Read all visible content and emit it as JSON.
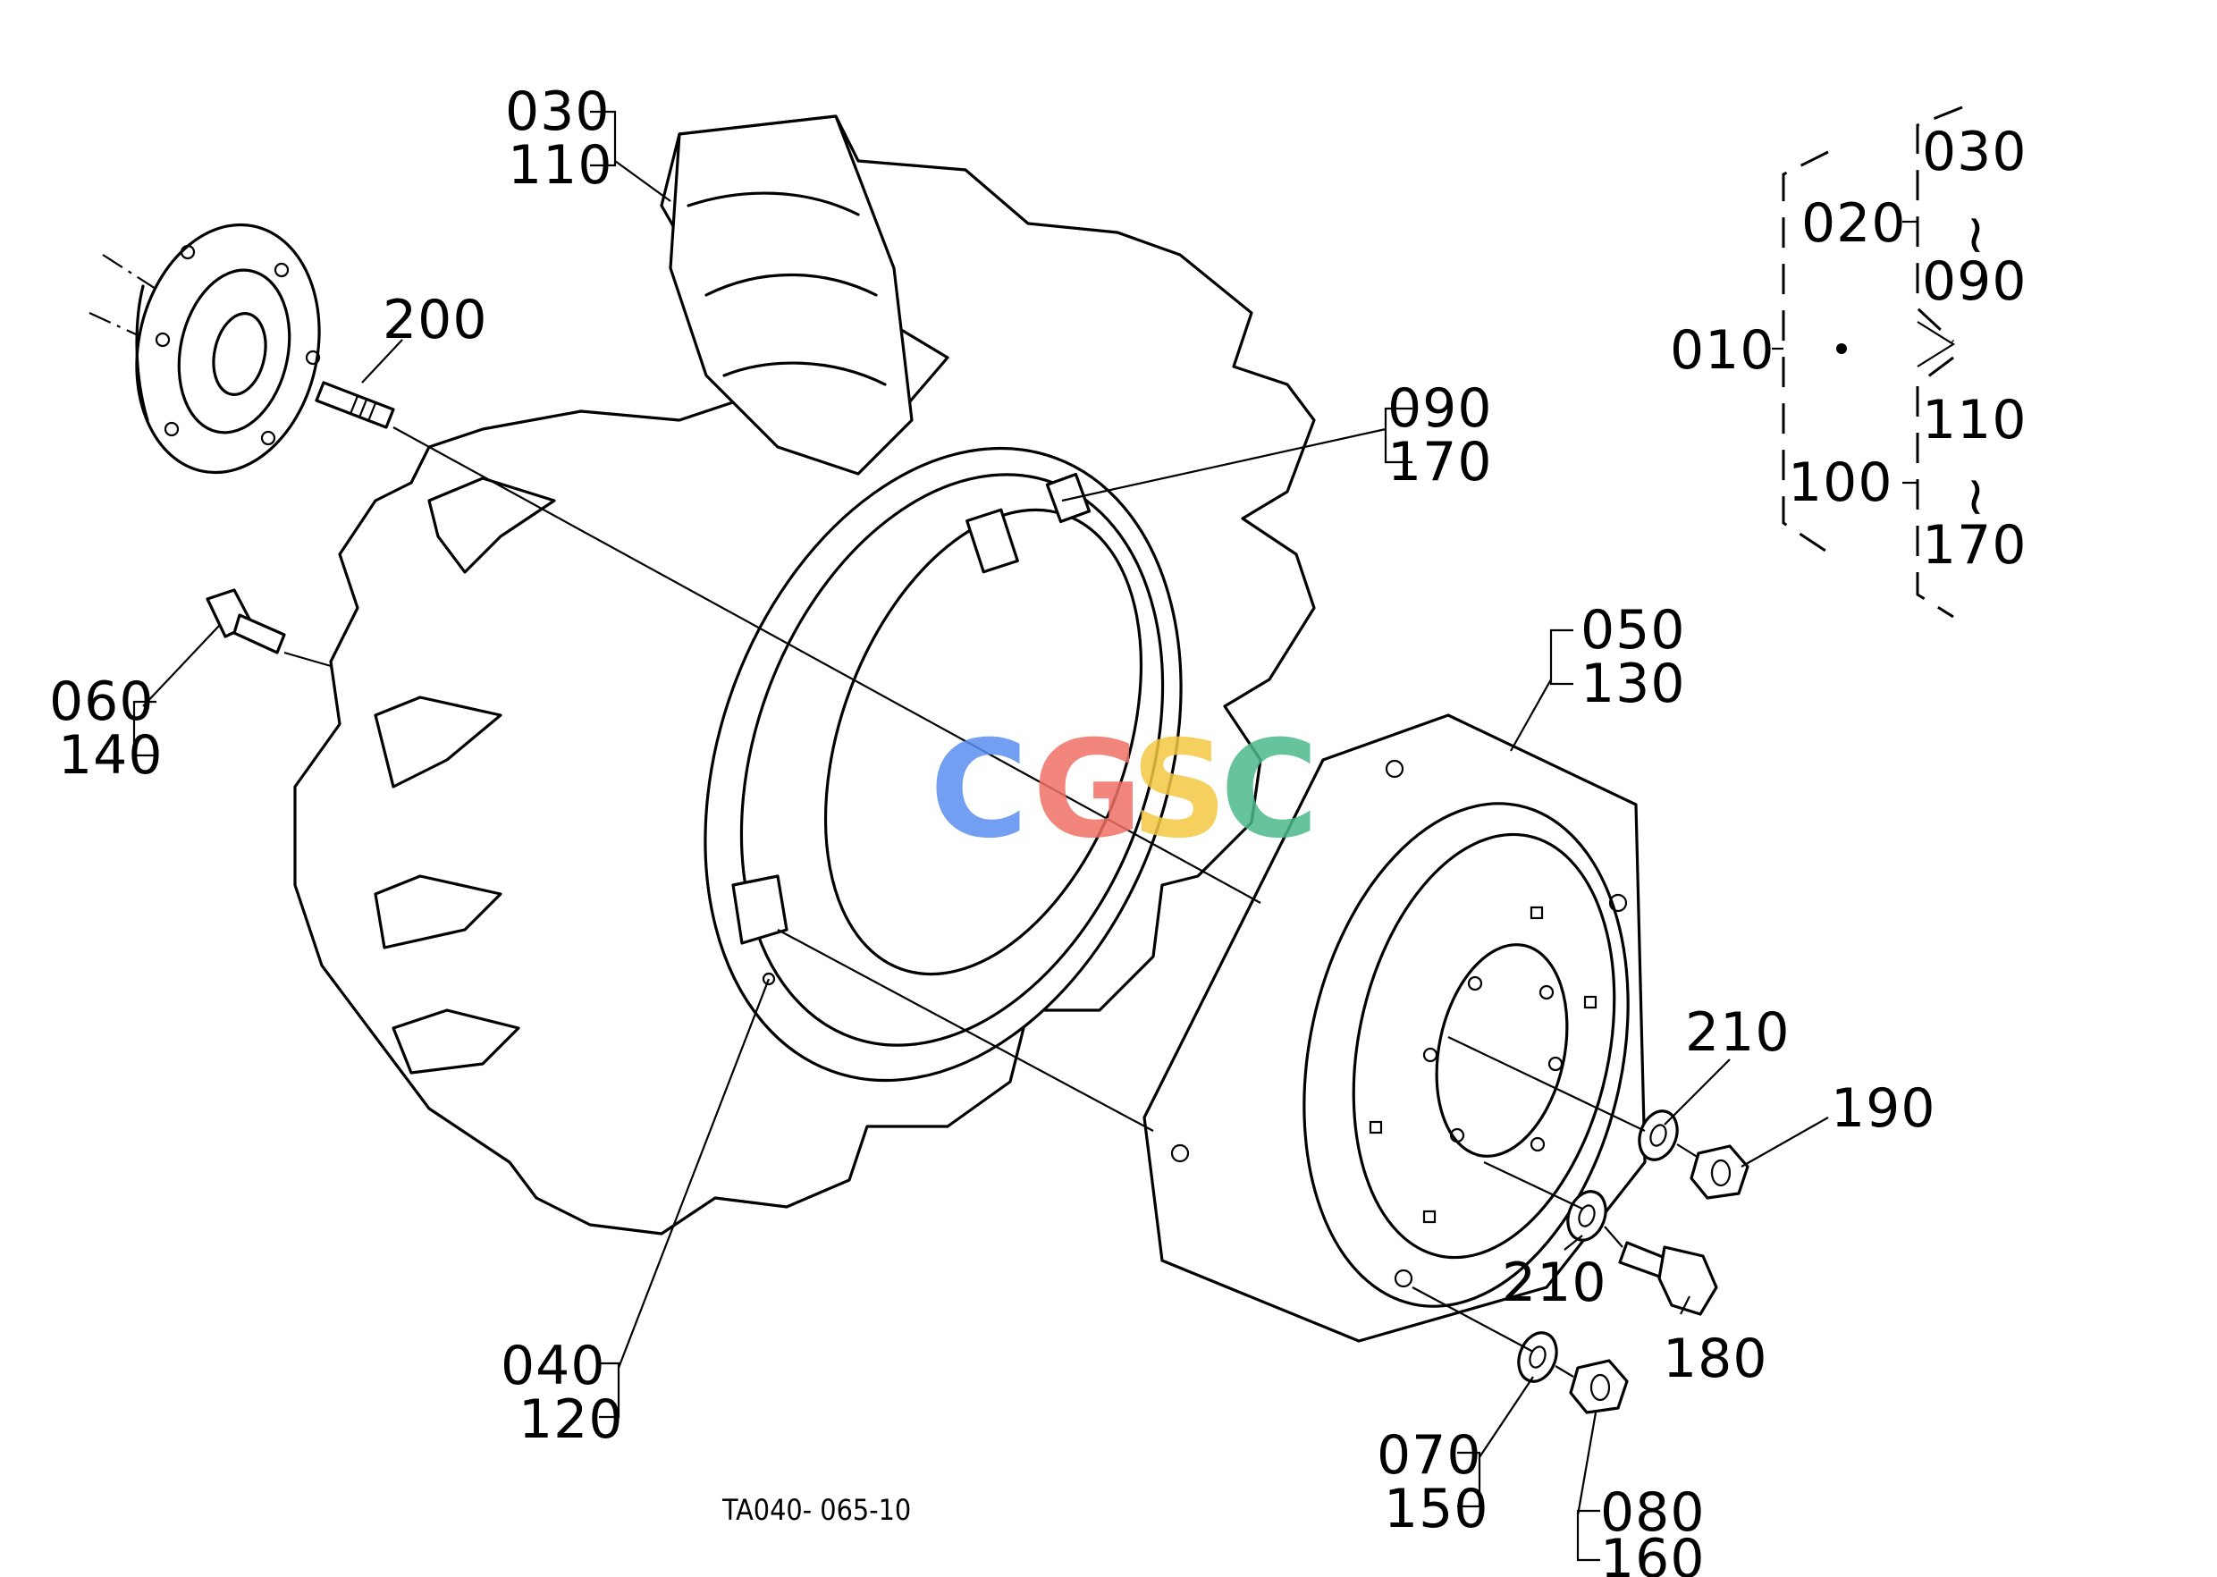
{
  "labels": {
    "p030a": "030",
    "p110a": "110",
    "p200": "200",
    "p090a": "090",
    "p170a": "170",
    "p060": "060",
    "p140": "140",
    "p050": "050",
    "p130": "130",
    "p210a": "210",
    "p190": "190",
    "p210b": "210",
    "p180": "180",
    "p040": "040",
    "p120": "120",
    "p070": "070",
    "p150": "150",
    "p080": "080",
    "p160": "160",
    "legend_010": "010",
    "legend_020": "020",
    "legend_100": "100",
    "legend_030": "030",
    "legend_090": "090",
    "legend_110": "110",
    "legend_170": "170",
    "tilde1": "~",
    "tilde2": "~"
  },
  "caption": "TA040- 065-10",
  "watermark": {
    "letters": [
      "C",
      "G",
      "S",
      "C"
    ],
    "colors": [
      "#5b8ff0",
      "#f07167",
      "#f5c842",
      "#4cb98a"
    ]
  }
}
